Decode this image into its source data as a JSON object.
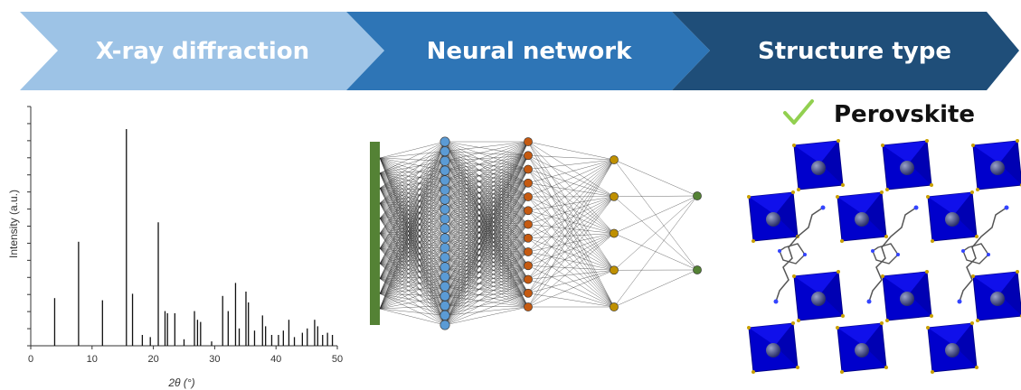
{
  "steps": [
    {
      "label": "X-ray diffraction",
      "color": "#9dc3e6"
    },
    {
      "label": "Neural network",
      "color": "#2e75b6"
    },
    {
      "label": "Structure type",
      "color": "#1f4e79"
    }
  ],
  "result": {
    "check_icon": "check-icon",
    "label": "Perovskite",
    "check_color": "#92d050"
  },
  "chart_data": {
    "type": "line",
    "xlabel": "2θ (°)",
    "ylabel": "Intensity (a.u.)",
    "xlim": [
      0,
      50
    ],
    "xticks": [
      0,
      10,
      20,
      30,
      40,
      50
    ],
    "y_tick_labels_shown": false,
    "peaks": [
      {
        "x": 3.9,
        "y": 0.22
      },
      {
        "x": 7.8,
        "y": 0.48
      },
      {
        "x": 11.7,
        "y": 0.21
      },
      {
        "x": 15.6,
        "y": 1.0
      },
      {
        "x": 16.6,
        "y": 0.24
      },
      {
        "x": 18.2,
        "y": 0.05
      },
      {
        "x": 19.5,
        "y": 0.04
      },
      {
        "x": 20.8,
        "y": 0.57
      },
      {
        "x": 21.9,
        "y": 0.16
      },
      {
        "x": 22.3,
        "y": 0.15
      },
      {
        "x": 23.5,
        "y": 0.15
      },
      {
        "x": 25.0,
        "y": 0.03
      },
      {
        "x": 26.7,
        "y": 0.16
      },
      {
        "x": 27.2,
        "y": 0.12
      },
      {
        "x": 27.7,
        "y": 0.11
      },
      {
        "x": 29.5,
        "y": 0.02
      },
      {
        "x": 31.3,
        "y": 0.23
      },
      {
        "x": 32.2,
        "y": 0.16
      },
      {
        "x": 33.4,
        "y": 0.29
      },
      {
        "x": 34.0,
        "y": 0.08
      },
      {
        "x": 35.1,
        "y": 0.25
      },
      {
        "x": 35.5,
        "y": 0.2
      },
      {
        "x": 36.5,
        "y": 0.07
      },
      {
        "x": 37.8,
        "y": 0.14
      },
      {
        "x": 38.3,
        "y": 0.09
      },
      {
        "x": 39.3,
        "y": 0.05
      },
      {
        "x": 40.4,
        "y": 0.05
      },
      {
        "x": 41.2,
        "y": 0.07
      },
      {
        "x": 42.1,
        "y": 0.12
      },
      {
        "x": 43.0,
        "y": 0.04
      },
      {
        "x": 44.3,
        "y": 0.06
      },
      {
        "x": 45.1,
        "y": 0.08
      },
      {
        "x": 46.3,
        "y": 0.12
      },
      {
        "x": 46.8,
        "y": 0.09
      },
      {
        "x": 47.6,
        "y": 0.05
      },
      {
        "x": 48.4,
        "y": 0.06
      },
      {
        "x": 49.2,
        "y": 0.05
      }
    ]
  },
  "network": {
    "layers": [
      {
        "nodes": 1,
        "type": "input-bar",
        "color": "#548235"
      },
      {
        "nodes": 20,
        "color": "#5b9bd5"
      },
      {
        "nodes": 13,
        "color": "#c55a11"
      },
      {
        "nodes": 5,
        "color": "#bf9000"
      },
      {
        "nodes": 2,
        "color": "#548235"
      }
    ]
  },
  "structure": {
    "octahedron_color": "#0000cc",
    "linker_color": "#555555"
  }
}
